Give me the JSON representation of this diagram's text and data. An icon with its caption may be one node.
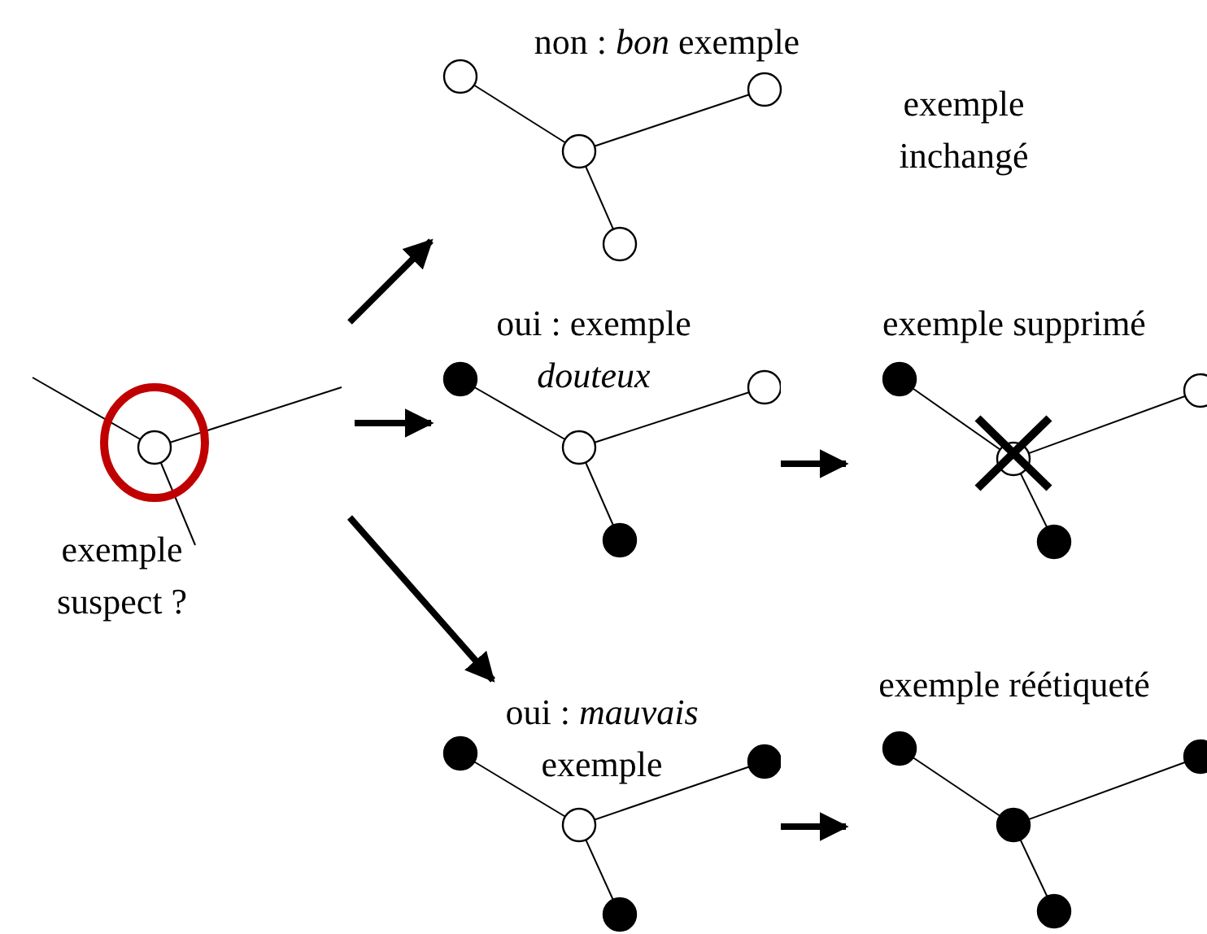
{
  "diagram": {
    "nodes": [
      {
        "text": [
          "exemple suspect ?"
        ]
      },
      {
        "text": [
          "non : *bon* exemple"
        ]
      },
      {
        "text": [
          "oui : exemple *douteux*"
        ]
      },
      {
        "text": [
          "oui : *mauvais* exemple"
        ]
      },
      {
        "text": [
          "exemple supprimé"
        ]
      },
      {
        "text": [
          "exemple réétiqueté"
        ]
      }
    ],
    "edges": [
      {
        "from": 0,
        "to": 1,
        "arrow": "to"
      },
      {
        "from": 0,
        "to": 2,
        "arrow": "to"
      },
      {
        "from": 0,
        "to": 3,
        "arrow": "to"
      },
      {
        "from": 2,
        "to": 4,
        "arrow": "to"
      },
      {
        "from": 3,
        "to": 5,
        "arrow": "to"
      }
    ],
    "labels": [
      "exemple inchangé"
    ]
  }
}
